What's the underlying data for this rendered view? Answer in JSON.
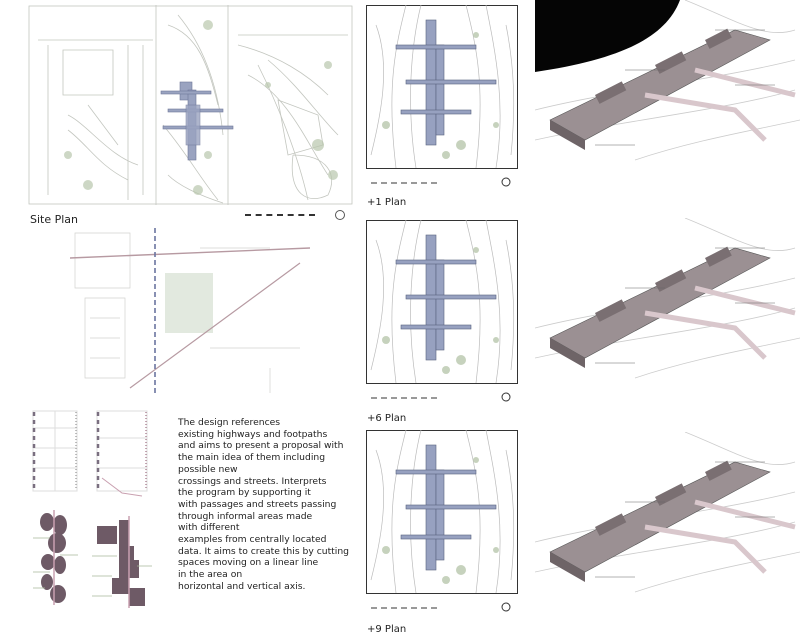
{
  "board": {
    "site_plan_label": "Site Plan",
    "plans": [
      {
        "label": "+1 Plan"
      },
      {
        "label": "+6 Plan"
      },
      {
        "label": "+9 Plan"
      }
    ],
    "description_lines": [
      "The design references",
      "existing highways and footpaths",
      "and aims to present a proposal with",
      "the main idea of them including",
      "possible new",
      "crossings and streets. Interprets",
      "the program by supporting it",
      "with passages and streets passing",
      "through informal areas made",
      "with different",
      "examples from centrally located",
      "data. It aims to create this by cutting",
      "spaces moving on a linear line",
      "in the area on",
      "horizontal and vertical axis."
    ]
  },
  "colors": {
    "contour": "#b9bdb4",
    "vegetation": "#a8b99a",
    "building_blue": "#8c96b4",
    "mass_purple": "#6e5a66",
    "axon_gray": "#8a7f82",
    "text": "#222222"
  }
}
